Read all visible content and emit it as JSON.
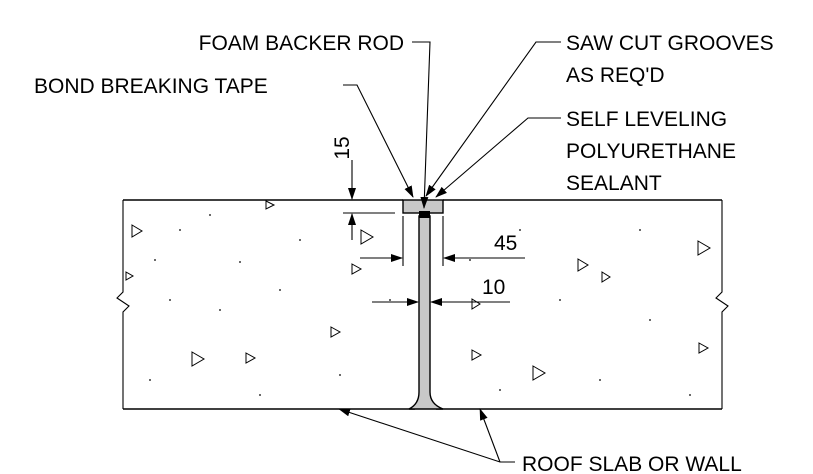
{
  "labels": {
    "foam_backer_rod": "FOAM BACKER ROD",
    "bond_breaking_tape": "BOND BREAKING TAPE",
    "saw_cut_line1": "SAW CUT GROOVES",
    "saw_cut_line2": "AS REQ'D",
    "sealant_line1": "SELF LEVELING",
    "sealant_line2": "POLYURETHANE",
    "sealant_line3": "SEALANT",
    "roof_slab": "ROOF SLAB OR WALL"
  },
  "dimensions": {
    "depth": "15",
    "groove_width": "45",
    "joint_width": "10"
  },
  "colors": {
    "line": "#000000",
    "sealant_fill": "#c8c8c8",
    "background": "#ffffff"
  }
}
